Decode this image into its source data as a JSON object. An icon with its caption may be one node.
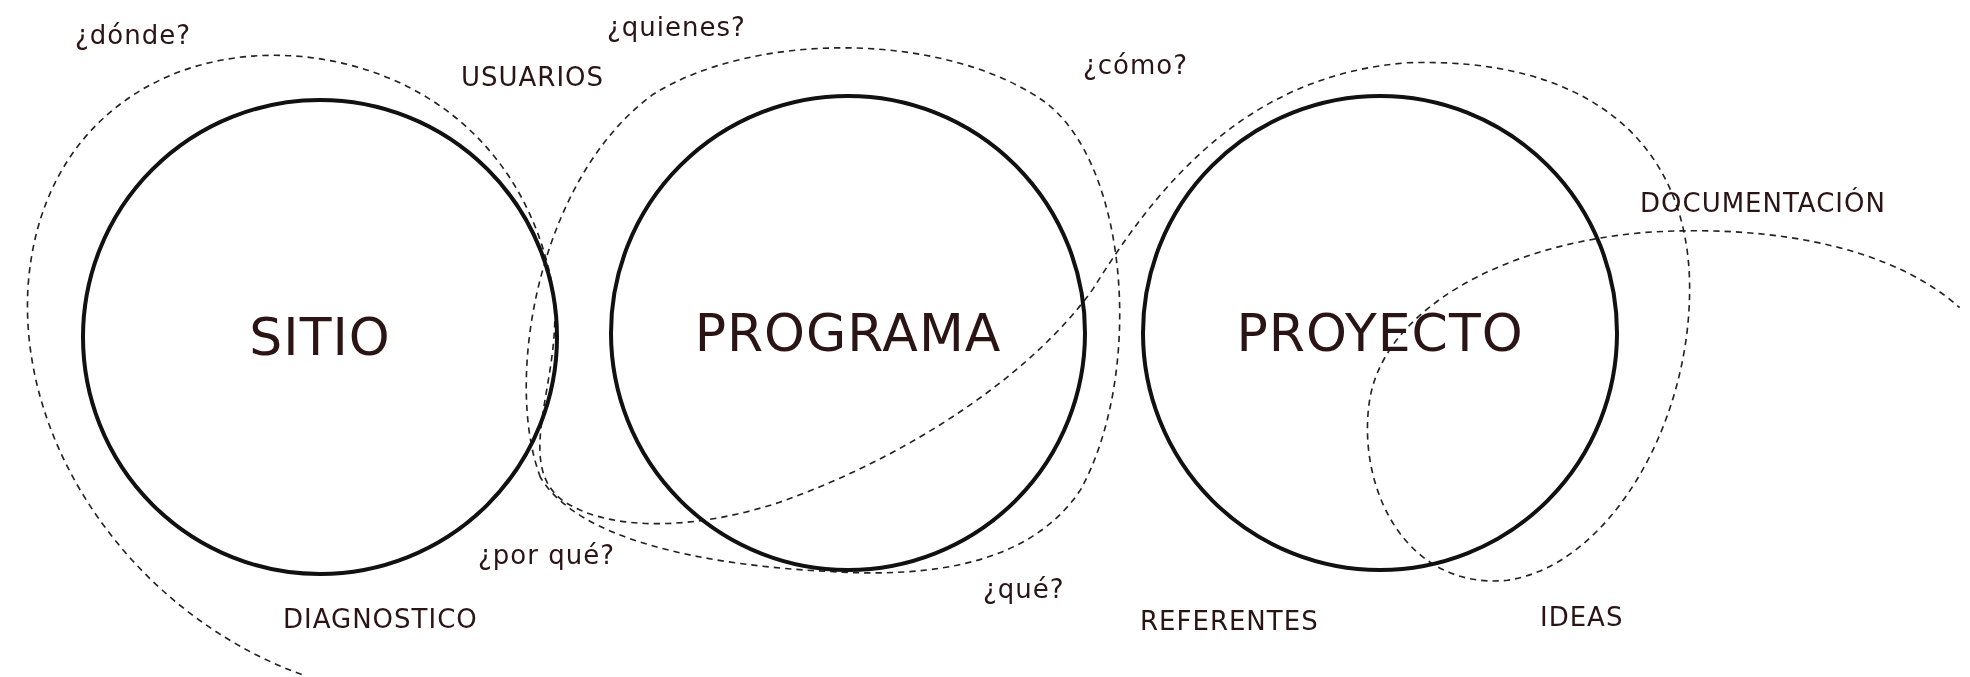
{
  "diagram": {
    "nodes": [
      {
        "text": [
          "SITIO"
        ]
      },
      {
        "text": [
          "PROGRAMA"
        ]
      },
      {
        "text": [
          "PROYECTO"
        ]
      }
    ],
    "labels": [
      "¿dónde?",
      "¿quienes?",
      "USUARIOS",
      "¿cómo?",
      "DOCUMENTACIÓN",
      "¿por qué?",
      "¿qué?",
      "DIAGNOSTICO",
      "REFERENTES",
      "IDEAS"
    ]
  }
}
